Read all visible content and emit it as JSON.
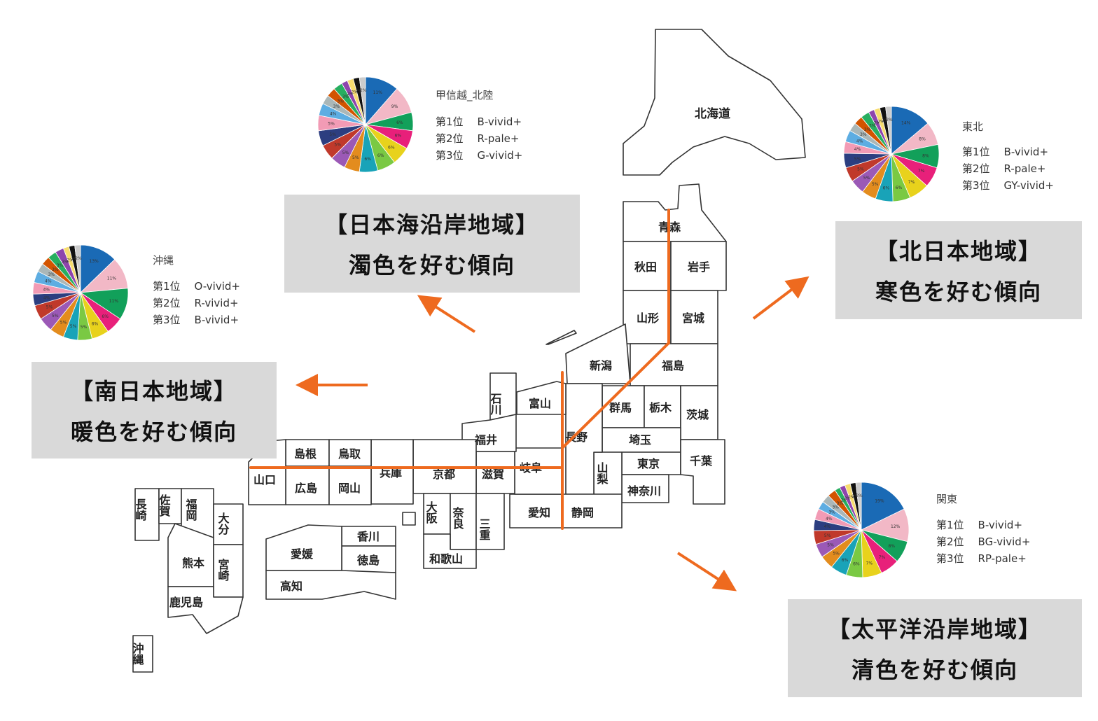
{
  "hokkaido": "北海道",
  "prefectures": [
    "青森",
    "秋田",
    "岩手",
    "山形",
    "宮城",
    "新潟",
    "福島",
    "石川",
    "富山",
    "群馬",
    "栃木",
    "茨城",
    "福井",
    "長野",
    "埼玉",
    "島根",
    "鳥取",
    "兵庫",
    "京都",
    "滋賀",
    "岐阜",
    "山梨",
    "東京",
    "千葉",
    "山口",
    "広島",
    "岡山",
    "神奈川",
    "大阪",
    "奈良",
    "三重",
    "愛知",
    "静岡",
    "佐賀",
    "長崎",
    "福岡",
    "大分",
    "熊本",
    "宮崎",
    "鹿児島",
    "香川",
    "愛媛",
    "徳島",
    "高知",
    "和歌山",
    "沖縄"
  ],
  "trends": [
    {
      "line1": "【日本海沿岸地域】",
      "line2": "濁色を好む傾向"
    },
    {
      "line1": "【北日本地域】",
      "line2": "寒色を好む傾向"
    },
    {
      "line1": "【南日本地域】",
      "line2": "暖色を好む傾向"
    },
    {
      "line1": "【太平洋沿岸地域】",
      "line2": "清色を好む傾向"
    }
  ],
  "rank_prefixes": [
    "第1位",
    "第2位",
    "第3位"
  ],
  "accent_color": "#ee6a1f",
  "pie_colors": [
    "#1a6ab5",
    "#f2b8c6",
    "#12a05a",
    "#e8207a",
    "#e8d21c",
    "#7ac943",
    "#19a3b8",
    "#e38c1e",
    "#9b59b6",
    "#c0392b",
    "#2c3e80",
    "#f29bb5",
    "#5dade2",
    "#aab7b8",
    "#d35400",
    "#27ae60",
    "#8e44ad",
    "#f7dc6f",
    "#111111",
    "#cccccc"
  ],
  "chart_data": [
    {
      "type": "pie",
      "title": "甲信越_北陸",
      "ranks": [
        "B-vivid+",
        "R-pale+",
        "G-vivid+"
      ],
      "values": [
        11,
        9,
        6,
        6,
        6,
        6,
        6,
        5,
        5,
        5,
        5,
        5,
        4,
        3,
        3,
        3,
        2,
        2,
        2,
        2
      ],
      "labels": [
        "11%",
        "9%",
        "6%",
        "6%",
        "6%",
        "6%",
        "6%",
        "5%",
        "5%",
        "5%",
        "5%",
        "5%",
        "4%",
        "3%",
        "3%",
        "3%",
        "2%",
        "2%",
        "2%",
        "2%"
      ]
    },
    {
      "type": "pie",
      "title": "東北",
      "ranks": [
        "B-vivid+",
        "R-pale+",
        "GY-vivid+"
      ],
      "values": [
        14,
        8,
        8,
        7,
        7,
        6,
        6,
        5,
        5,
        5,
        5,
        4,
        4,
        3,
        3,
        3,
        2,
        2,
        2,
        2
      ],
      "labels": [
        "14%",
        "8%",
        "8%",
        "7%",
        "7%",
        "6%",
        "6%",
        "5%",
        "5%",
        "5%",
        "5%",
        "4%",
        "4%",
        "3%",
        "3%",
        "3%",
        "2%",
        "2%",
        "2%",
        "2%"
      ]
    },
    {
      "type": "pie",
      "title": "沖縄",
      "ranks": [
        "O-vivid+",
        "R-vivid+",
        "B-vivid+"
      ],
      "values": [
        13,
        11,
        11,
        6,
        6,
        5,
        5,
        5,
        5,
        5,
        4,
        4,
        4,
        3,
        3,
        3,
        3,
        2,
        2,
        2
      ],
      "labels": [
        "13%",
        "11%",
        "11%",
        "6%",
        "6%",
        "5%",
        "5%",
        "5%",
        "5%",
        "5%",
        "4%",
        "4%",
        "4%",
        "3%",
        "3%",
        "3%",
        "3%",
        "2%",
        "2%",
        "2%"
      ]
    },
    {
      "type": "pie",
      "title": "関東",
      "ranks": [
        "B-vivid+",
        "BG-vivid+",
        "RP-pale+"
      ],
      "values": [
        19,
        12,
        8,
        7,
        7,
        6,
        6,
        5,
        5,
        5,
        4,
        4,
        3,
        3,
        3,
        2,
        2,
        2,
        2,
        2
      ],
      "labels": [
        "19%",
        "12%",
        "8%",
        "7%",
        "7%",
        "6%",
        "6%",
        "5%",
        "5%",
        "5%",
        "4%",
        "4%",
        "3%",
        "3%",
        "3%",
        "2%",
        "2%",
        "2%",
        "2%",
        "2%"
      ]
    }
  ]
}
